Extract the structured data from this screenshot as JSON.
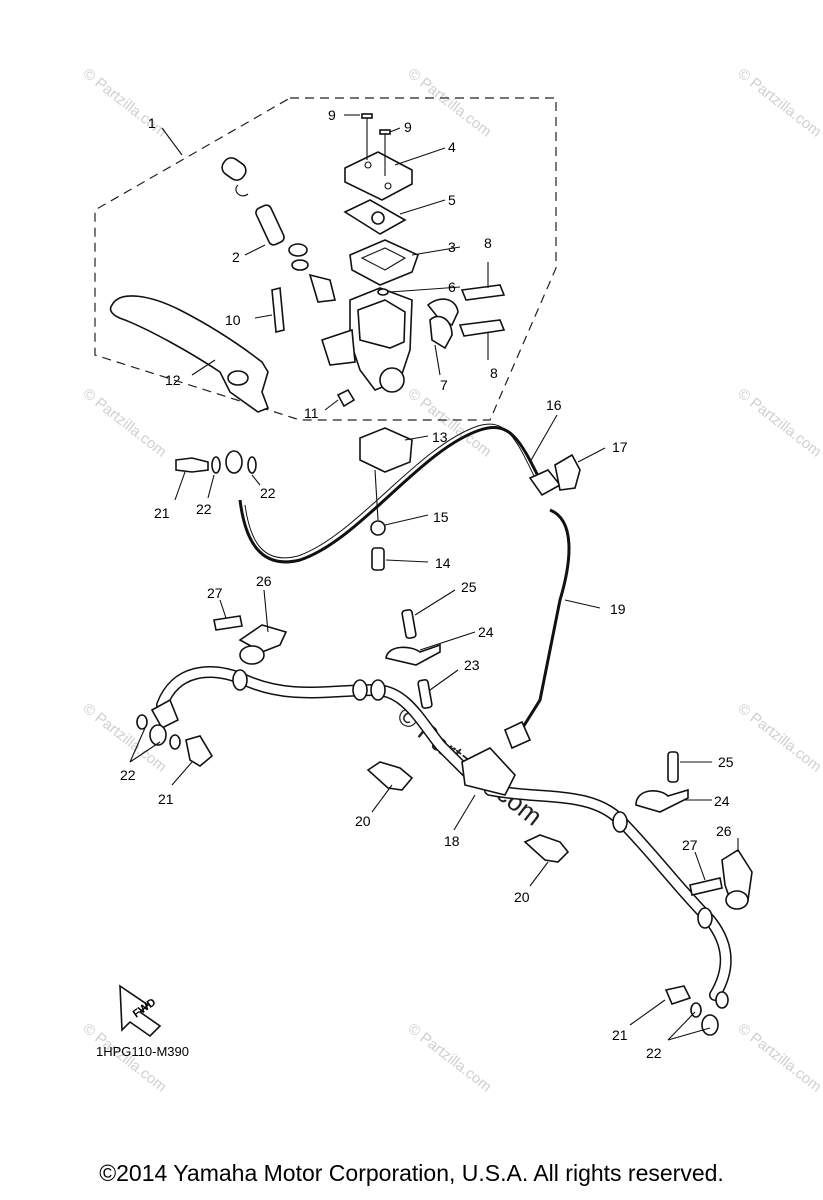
{
  "watermark": "© Partzilla.com",
  "diagram_code": "1HPG110-M390",
  "copyright": "©2014  Yamaha Motor Corporation, U.S.A. All rights reserved.",
  "fwd_label": "FWD",
  "callouts": {
    "c1": "1",
    "c2": "2",
    "c3": "3",
    "c4": "4",
    "c5": "5",
    "c6": "6",
    "c7": "7",
    "c8a": "8",
    "c8b": "8",
    "c9a": "9",
    "c9b": "9",
    "c10": "10",
    "c11": "11",
    "c12": "12",
    "c13": "13",
    "c14": "14",
    "c15": "15",
    "c16": "16",
    "c17": "17",
    "c18": "18",
    "c19": "19",
    "c20a": "20",
    "c20b": "20",
    "c21a": "21",
    "c21b": "21",
    "c21c": "21",
    "c22a": "22",
    "c22b": "22",
    "c22c": "22",
    "c22d": "22",
    "c23": "23",
    "c24a": "24",
    "c24b": "24",
    "c25a": "25",
    "c25b": "25",
    "c26a": "26",
    "c26b": "26",
    "c27a": "27",
    "c27b": "27"
  }
}
